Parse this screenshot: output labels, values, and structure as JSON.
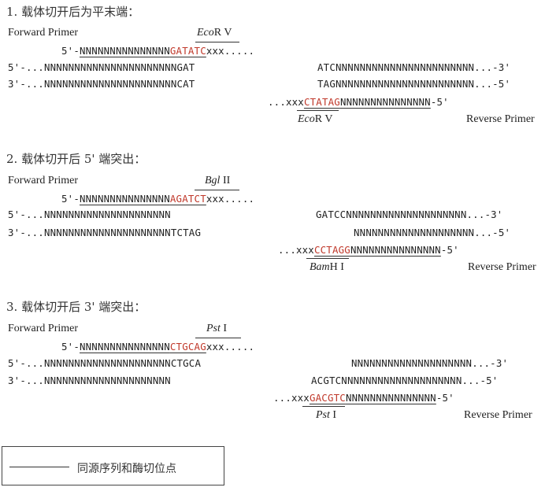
{
  "section1": {
    "title": "1. 载体切开后为平末端：",
    "forward_label": "Forward Primer",
    "enzyme_top": {
      "italic": "Eco",
      "rest": "R V"
    },
    "primer_prefix": "5'-",
    "primer_ul": "NNNNNNNNNNNNNNN",
    "primer_site": "GATATC",
    "primer_tail": "xxx.....",
    "vec_left_top": "5'-...NNNNNNNNNNNNNNNNNNNNNNGAT",
    "vec_left_bottom": "3'-...NNNNNNNNNNNNNNNNNNNNNNCAT",
    "vec_right_top": "ATCNNNNNNNNNNNNNNNNNNNNNNN...-3'",
    "vec_right_bottom": "TAGNNNNNNNNNNNNNNNNNNNNNNN...-5'",
    "rev_prefix": "...xxx",
    "rev_site": "CTATAG",
    "rev_ul": "NNNNNNNNNNNNNNN",
    "rev_suffix": "-5'",
    "enzyme_bottom": {
      "italic": "Eco",
      "rest": "R V"
    },
    "reverse_label": "Reverse Primer"
  },
  "section2": {
    "title": "2. 载体切开后 5' 端突出：",
    "forward_label": "Forward Primer",
    "enzyme_top": {
      "italic": "Bgl",
      "rest": " II"
    },
    "primer_prefix": "5'-",
    "primer_ul": "NNNNNNNNNNNNNNN",
    "primer_site": "AGATCT",
    "primer_tail": "xxx.....",
    "vec_left_top": "5'-...NNNNNNNNNNNNNNNNNNNNN",
    "vec_left_bottom": "3'-...NNNNNNNNNNNNNNNNNNNNNTCTAG",
    "vec_right_top": "GATCCNNNNNNNNNNNNNNNNNNNN...-3'",
    "vec_right_bottom": "NNNNNNNNNNNNNNNNNNNN...-5'",
    "rev_prefix": "...xxx",
    "rev_site": "CCTAGG",
    "rev_ul": "NNNNNNNNNNNNNNN",
    "rev_suffix": "-5'",
    "enzyme_bottom": {
      "italic": "Bam",
      "rest": "H I"
    },
    "reverse_label": "Reverse Primer"
  },
  "section3": {
    "title": "3. 载体切开后 3' 端突出：",
    "forward_label": "Forward Primer",
    "enzyme_top": {
      "italic": "Pst",
      "rest": " I"
    },
    "primer_prefix": "5'-",
    "primer_ul": "NNNNNNNNNNNNNNN",
    "primer_site": "CTGCAG",
    "primer_tail": "xxx.....",
    "vec_left_top": "5'-...NNNNNNNNNNNNNNNNNNNNNCTGCA",
    "vec_left_bottom": "3'-...NNNNNNNNNNNNNNNNNNNNN",
    "vec_right_top": "NNNNNNNNNNNNNNNNNNNN...-3'",
    "vec_right_bottom": "ACGTCNNNNNNNNNNNNNNNNNNNN...-5'",
    "rev_prefix": "...xxx",
    "rev_site": "GACGTC",
    "rev_ul": "NNNNNNNNNNNNNNN",
    "rev_suffix": "-5'",
    "enzyme_bottom": {
      "italic": "Pst",
      "rest": " I"
    },
    "reverse_label": "Reverse Primer"
  },
  "legend": {
    "text": "同源序列和酶切位点"
  },
  "colors": {
    "site": "#c0392b",
    "text": "#222222"
  }
}
